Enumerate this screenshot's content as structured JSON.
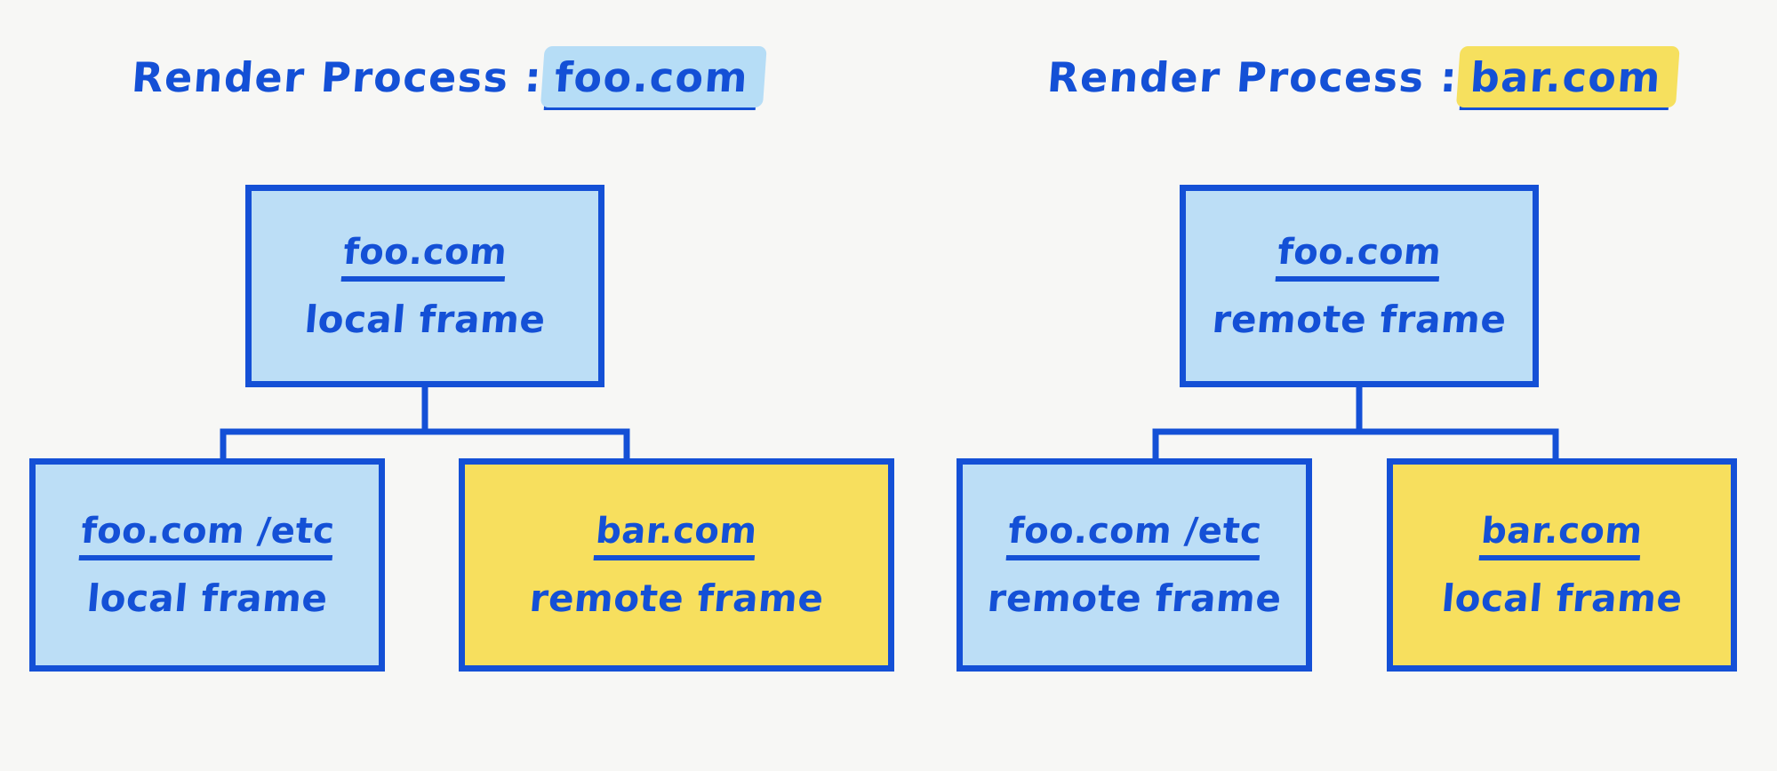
{
  "background_color": "#f7f7f5",
  "ink_color": "#1450d6",
  "highlight_blue": "#bcdef6",
  "highlight_yellow": "#f7df5e",
  "diagrams": [
    {
      "id": "left",
      "title": {
        "label": "Render Process :",
        "host": "foo.com",
        "highlight": "blue"
      },
      "parent": {
        "origin": "foo.com",
        "kind": "local frame",
        "fill": "blue"
      },
      "children": [
        {
          "origin": "foo.com /etc",
          "kind": "local frame",
          "fill": "blue"
        },
        {
          "origin": "bar.com",
          "kind": "remote frame",
          "fill": "yellow"
        }
      ]
    },
    {
      "id": "right",
      "title": {
        "label": "Render Process :",
        "host": "bar.com",
        "highlight": "yellow"
      },
      "parent": {
        "origin": "foo.com",
        "kind": "remote frame",
        "fill": "blue"
      },
      "children": [
        {
          "origin": "foo.com /etc",
          "kind": "remote frame",
          "fill": "blue"
        },
        {
          "origin": "bar.com",
          "kind": "local frame",
          "fill": "yellow"
        }
      ]
    }
  ]
}
